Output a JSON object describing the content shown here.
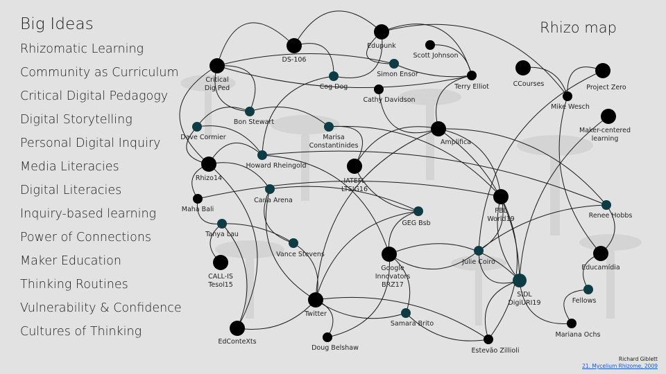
{
  "left_panel": {
    "heading": "Big Ideas",
    "items": [
      "Rhizomatic Learning",
      "Community as Curriculum",
      "Critical Digital Pedagogy",
      "Digital Storytelling",
      "Personal Digital Inquiry",
      "Media Literacies",
      "Digital Literacies",
      "Inquiry-based learning",
      "Power of Connections",
      "Maker Education",
      "Thinking Routines",
      "Vulnerability & Confidence",
      "Cultures of Thinking"
    ]
  },
  "map_title": "Rhizo map",
  "colors": {
    "node_dark": "#000000",
    "node_teal": "#0e3c45",
    "edge": "#1a1a1a",
    "background": "#e2e2e2",
    "link": "#2255cc"
  },
  "nodes": [
    {
      "id": "ds106",
      "label": [
        "DS-106"
      ],
      "kind": "big"
    },
    {
      "id": "edupunk",
      "label": [
        "Edupunk"
      ],
      "kind": "big"
    },
    {
      "id": "scott",
      "label": [
        "Scott Johnson"
      ],
      "kind": "small"
    },
    {
      "id": "cdp",
      "label": [
        "Critical",
        "Dig Ped"
      ],
      "kind": "big"
    },
    {
      "id": "cogdog",
      "label": [
        "Cog Dog"
      ],
      "kind": "teal"
    },
    {
      "id": "simon",
      "label": [
        "Simon Ensor"
      ],
      "kind": "teal"
    },
    {
      "id": "terry",
      "label": [
        "Terry Elliot"
      ],
      "kind": "small"
    },
    {
      "id": "cathy",
      "label": [
        "Cathy Davidson"
      ],
      "kind": "small"
    },
    {
      "id": "ccourses",
      "label": [
        "CCourses"
      ],
      "kind": "big"
    },
    {
      "id": "pz",
      "label": [
        "Project Zero"
      ],
      "kind": "big"
    },
    {
      "id": "wesch",
      "label": [
        "Mike Wesch"
      ],
      "kind": "small"
    },
    {
      "id": "maker",
      "label": [
        "Maker-centered",
        "learning"
      ],
      "kind": "big"
    },
    {
      "id": "bon",
      "label": [
        "Bon Stewart"
      ],
      "kind": "teal"
    },
    {
      "id": "dave",
      "label": [
        "Dave Cormier"
      ],
      "kind": "teal"
    },
    {
      "id": "marisa",
      "label": [
        "Marisa",
        "Constantinides"
      ],
      "kind": "teal"
    },
    {
      "id": "amplifica",
      "label": [
        "Amplifica"
      ],
      "kind": "big"
    },
    {
      "id": "howard",
      "label": [
        "Howard Rheingold"
      ],
      "kind": "teal"
    },
    {
      "id": "rhizo14",
      "label": [
        "Rhizo14"
      ],
      "kind": "big"
    },
    {
      "id": "iatefl",
      "label": [
        "IATEFL",
        "LTSIG16"
      ],
      "kind": "big"
    },
    {
      "id": "carla",
      "label": [
        "Carla Arena"
      ],
      "kind": "teal"
    },
    {
      "id": "maha",
      "label": [
        "Maha Bali"
      ],
      "kind": "small"
    },
    {
      "id": "pbl",
      "label": [
        "PBL",
        "World19"
      ],
      "kind": "big"
    },
    {
      "id": "renee",
      "label": [
        "Renee Hobbs"
      ],
      "kind": "teal"
    },
    {
      "id": "geg",
      "label": [
        "GEG Bsb"
      ],
      "kind": "teal"
    },
    {
      "id": "tanya",
      "label": [
        "Tanya Lau"
      ],
      "kind": "teal"
    },
    {
      "id": "vance",
      "label": [
        "Vance Stevens"
      ],
      "kind": "teal"
    },
    {
      "id": "google",
      "label": [
        "Google",
        "Innovators",
        "BRZ17"
      ],
      "kind": "big"
    },
    {
      "id": "julie",
      "label": [
        "Julie Coiro"
      ],
      "kind": "teal"
    },
    {
      "id": "educamidia",
      "label": [
        "Educamídia"
      ],
      "kind": "big"
    },
    {
      "id": "callis",
      "label": [
        "CALL-IS",
        "Tesol15"
      ],
      "kind": "big"
    },
    {
      "id": "sidl",
      "label": [
        "SIDL",
        "DigiURI19"
      ],
      "kind": "tealbig"
    },
    {
      "id": "fellows",
      "label": [
        "Fellows"
      ],
      "kind": "teal"
    },
    {
      "id": "twitter",
      "label": [
        "Twitter"
      ],
      "kind": "big"
    },
    {
      "id": "samara",
      "label": [
        "Samara Brito"
      ],
      "kind": "teal"
    },
    {
      "id": "mariana",
      "label": [
        "Mariana Ochs"
      ],
      "kind": "small"
    },
    {
      "id": "edcontexts",
      "label": [
        "EdConteXts"
      ],
      "kind": "big"
    },
    {
      "id": "doug",
      "label": [
        "Doug Belshaw"
      ],
      "kind": "small"
    },
    {
      "id": "estevao",
      "label": [
        "Estevão Zillioli"
      ],
      "kind": "small"
    }
  ],
  "credit": {
    "author": "Richard Giblett",
    "link_text": "21. Mycelium Rhizome, 2009"
  }
}
